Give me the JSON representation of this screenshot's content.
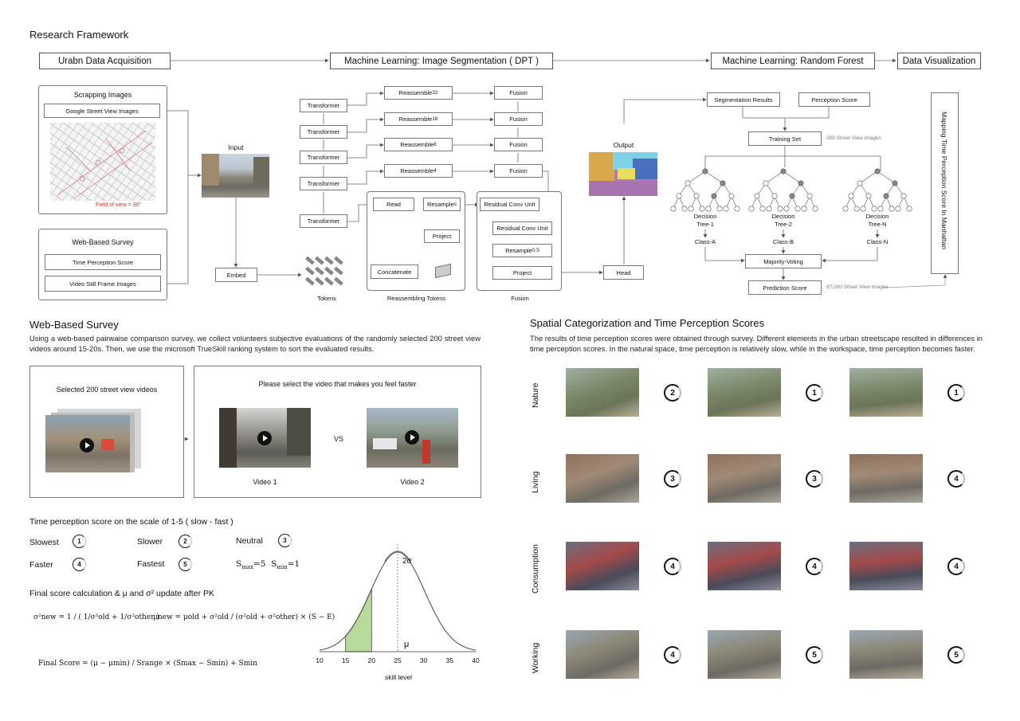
{
  "framework": {
    "title": "Research Framework",
    "stages": [
      "Urabn Data Acquisition",
      "Machine Learning: Image Segmentation ( DPT )",
      "Machine Learning: Random Forest",
      "Data Visualization"
    ],
    "acquisition": {
      "scrapping_title": "Scrapping Images",
      "gsv_label": "Google Street  View Images",
      "fov_label": "Field of view = 90°",
      "survey_title": "Web-Based Survey",
      "time_score_label": "Time Perception Score",
      "video_label": "Video Still Frame Images"
    },
    "dpt": {
      "input_label": "Input",
      "embed_label": "Embed",
      "tokens_label": "Tokens",
      "transformer_label": "Transformer",
      "reassemble": [
        {
          "base": "Reassemble",
          "sub": "32"
        },
        {
          "base": "Reassemble",
          "sub": "16"
        },
        {
          "base": "Reassemble",
          "sub": "8"
        },
        {
          "base": "Reassemble",
          "sub": "4"
        }
      ],
      "fusion_label": "Fusion",
      "read_label": "Read",
      "resample_base": "Resample",
      "resample_sub": "s",
      "project_label": "Project",
      "concatenate_label": "Concatenate",
      "reassembling_tokens_label": "Reassembling Tokens",
      "residual_conv_label": "Residual Conv Unit",
      "resample2_sub": "0.5",
      "fusion_caption": "Fusion",
      "head_label": "Head",
      "output_label": "Output"
    },
    "forest": {
      "segmentation_results": "Segmentation Results",
      "perception_score": "Perception Score",
      "training_set": "Training Set",
      "training_note": "200 Street View Images",
      "trees": [
        {
          "line1": "Decision",
          "line2": "Tree-1",
          "cls": "Class-A"
        },
        {
          "line1": "Decision",
          "line2": "Tree-2",
          "cls": "Class-B"
        },
        {
          "line1": "Decision",
          "line2": "Tree-N",
          "cls": "Class-N"
        }
      ],
      "majority_voting": "Majority-Voting",
      "prediction_score": "Prediction Score",
      "prediction_note": "67,000 Street View Images"
    },
    "mapping_label": "Mapping Time Perception Score In Manhattan"
  },
  "survey": {
    "title": "Web-Based Survey",
    "paragraph": "Using a web-based pairwaise comparison survey, we collect volunteers subjective evaluations of the randomly selected 200 street view videos around 15-20s. Then, we use the microsoft TrueSkill ranking system to sort the evaluated results.",
    "selected_label": "Selected 200 street view videos",
    "prompt": "Please select the video that makes you feel faster",
    "video1": "Video 1",
    "vs": "VS",
    "video2": "Video 2",
    "scale_title": "Time perception score on the scale of 1-5 ( slow - fast )",
    "scale": [
      {
        "label": "Slowest",
        "value": "1"
      },
      {
        "label": "Slower",
        "value": "2"
      },
      {
        "label": "Neutral",
        "value": "3"
      },
      {
        "label": "Faster",
        "value": "4"
      },
      {
        "label": "Fastest",
        "value": "5"
      }
    ],
    "smax": "S",
    "smax_sub": "max",
    "smax_val": "=5",
    "smin": "S",
    "smin_sub": "min",
    "smin_val": "=1",
    "calc_title": "Final score calculation & μ and σ² update after PK",
    "formula_sigma_lhs": "σ²new =",
    "formula_sigma_rhs": "1 / ( 1/σ²old + 1/σ²other )",
    "formula_mu": "μnew = μold + σ²old / (σ²old + σ²other) × (S − E)",
    "formula_final": "Final Score = (μ − μmin) / Srange × (Smax − Smin) + Smin"
  },
  "chart_data": {
    "type": "area",
    "xlabel": "skill level",
    "xlim": [
      10,
      40
    ],
    "x_ticks": [
      "10",
      "15",
      "20",
      "25",
      "30",
      "35",
      "40"
    ],
    "mean": 25,
    "sigma_label": "2σ",
    "mu_label": "μ",
    "shaded_range": [
      15,
      20
    ],
    "shade_color": "#b7d99a"
  },
  "categorization": {
    "title": "Spatial Categorization and Time Perception Scores",
    "paragraph": "The results of time perception scores were obtained through survey. Different elements in the urban streetscape resulted in differences in time perception scores. In the natural space, time perception is relatively slow, while in the workspace, time perception becomes faster.",
    "rows": [
      {
        "category": "Nature",
        "scores": [
          "2",
          "1",
          "1"
        ]
      },
      {
        "category": "Living",
        "scores": [
          "3",
          "3",
          "4"
        ]
      },
      {
        "category": "Consumption",
        "scores": [
          "4",
          "4",
          "4"
        ]
      },
      {
        "category": "Working",
        "scores": [
          "4",
          "5",
          "5"
        ]
      }
    ]
  }
}
